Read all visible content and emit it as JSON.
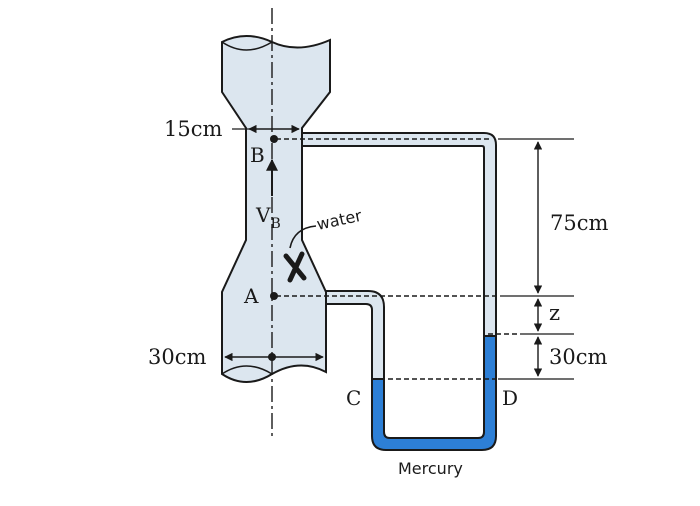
{
  "labels": {
    "dim_top": "15cm",
    "dim_bottom": "30cm",
    "point_b": "B",
    "point_a": "A",
    "velocity_main": "V",
    "velocity_sub": "B",
    "fluid": "water",
    "dim_75": "75cm",
    "dim_z": "z",
    "dim_30": "30cm",
    "point_c": "C",
    "point_d": "D",
    "manometer_fluid": "Mercury"
  },
  "colors": {
    "pipe_fill": "#dce6ef",
    "mercury": "#2d7fd6",
    "ink": "#1a1a1a"
  }
}
